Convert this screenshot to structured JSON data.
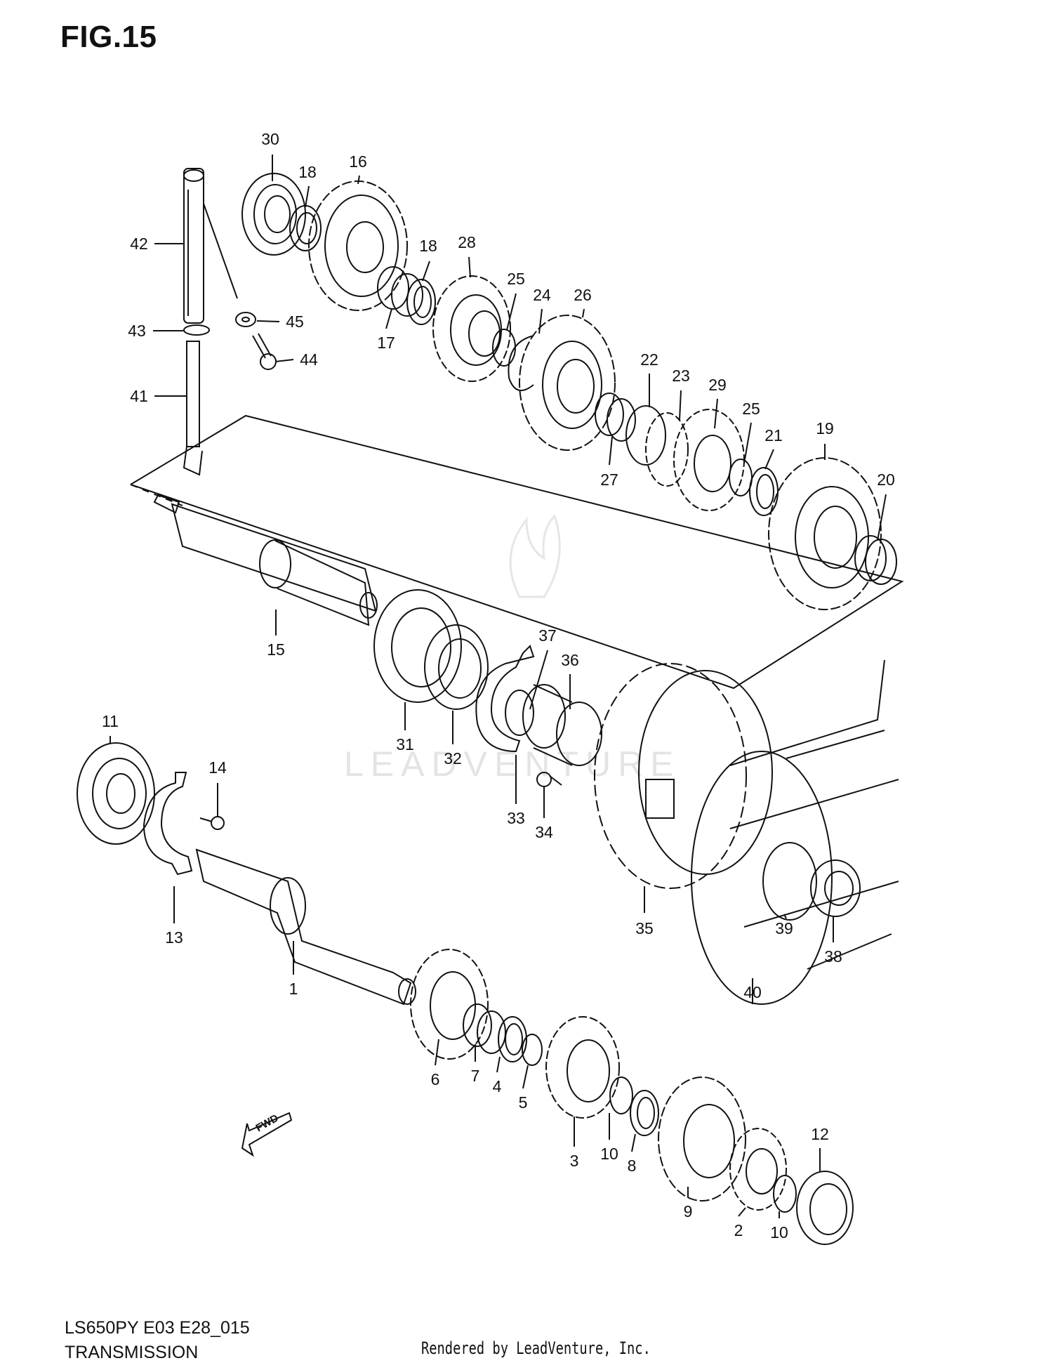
{
  "figure": {
    "title": "FIG.15"
  },
  "footer": {
    "model_code": "LS650PY E03 E28_015",
    "section_name": "TRANSMISSION",
    "credit": "Rendered by LeadVenture, Inc."
  },
  "direction_marker": {
    "label": "FWD",
    "icon": "forward-arrow-icon"
  },
  "watermark": {
    "text": "LEADVENTURE"
  },
  "callouts": [
    {
      "number": "30"
    },
    {
      "number": "18"
    },
    {
      "number": "16"
    },
    {
      "number": "42"
    },
    {
      "number": "18"
    },
    {
      "number": "28"
    },
    {
      "number": "25"
    },
    {
      "number": "24"
    },
    {
      "number": "26"
    },
    {
      "number": "45"
    },
    {
      "number": "43"
    },
    {
      "number": "44"
    },
    {
      "number": "17"
    },
    {
      "number": "41"
    },
    {
      "number": "22"
    },
    {
      "number": "23"
    },
    {
      "number": "29"
    },
    {
      "number": "25"
    },
    {
      "number": "21"
    },
    {
      "number": "19"
    },
    {
      "number": "20"
    },
    {
      "number": "27"
    },
    {
      "number": "15"
    },
    {
      "number": "37"
    },
    {
      "number": "36"
    },
    {
      "number": "31"
    },
    {
      "number": "32"
    },
    {
      "number": "33"
    },
    {
      "number": "34"
    },
    {
      "number": "11"
    },
    {
      "number": "14"
    },
    {
      "number": "13"
    },
    {
      "number": "1"
    },
    {
      "number": "35"
    },
    {
      "number": "39"
    },
    {
      "number": "38"
    },
    {
      "number": "40"
    },
    {
      "number": "6"
    },
    {
      "number": "7"
    },
    {
      "number": "4"
    },
    {
      "number": "5"
    },
    {
      "number": "3"
    },
    {
      "number": "10"
    },
    {
      "number": "8"
    },
    {
      "number": "12"
    },
    {
      "number": "9"
    },
    {
      "number": "2"
    },
    {
      "number": "10"
    }
  ]
}
